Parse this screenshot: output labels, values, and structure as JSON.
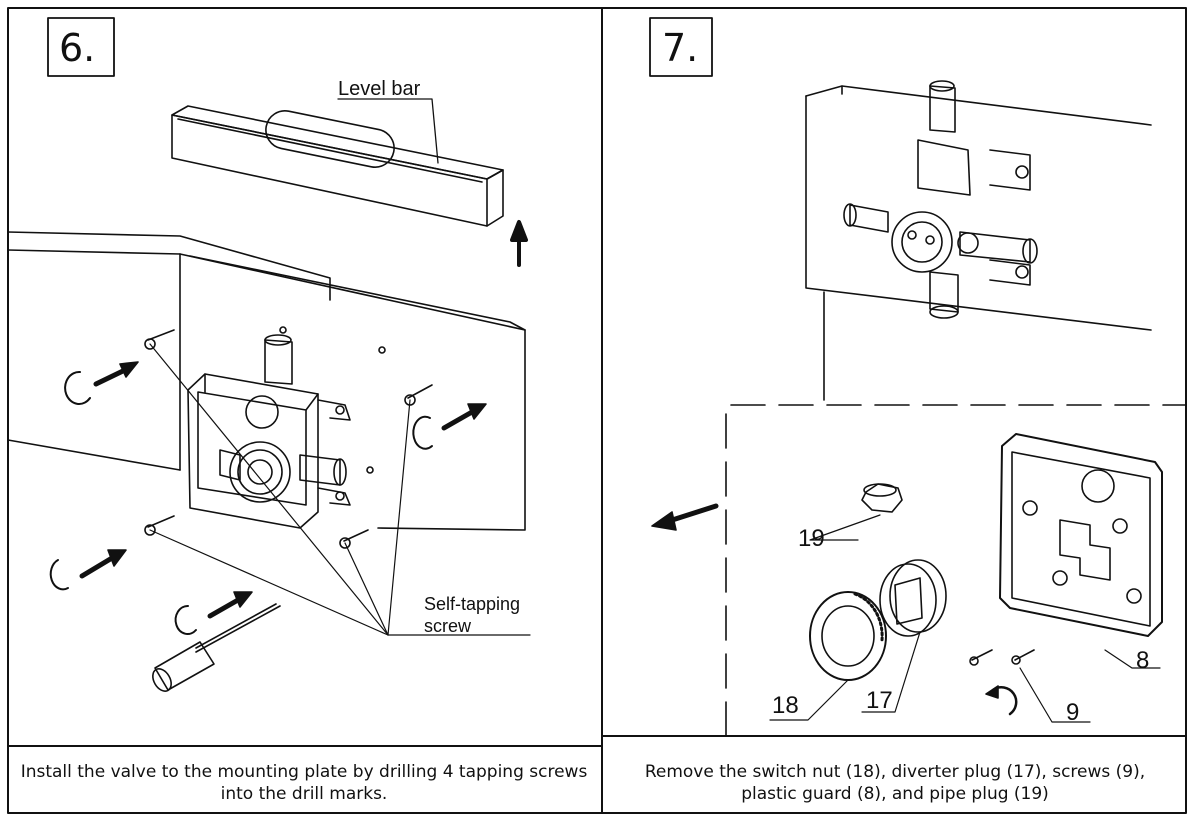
{
  "panels": [
    {
      "step_label": "6.",
      "labels": {
        "level_bar": "Level bar",
        "self_tapping_line1": "Self-tapping",
        "self_tapping_line2": "screw"
      },
      "caption": "Install the valve to the mounting plate by drilling 4 tapping screws into the drill marks."
    },
    {
      "step_label": "7.",
      "callouts": {
        "pipe_plug": "19",
        "switch_nut": "18",
        "diverter_plug": "17",
        "plastic_guard": "8",
        "screws": "9"
      },
      "caption": "Remove the switch nut (18), diverter plug (17), screws (9), plastic guard (8), and pipe plug (19)"
    }
  ],
  "colors": {
    "line": "#111111",
    "background": "#ffffff"
  }
}
